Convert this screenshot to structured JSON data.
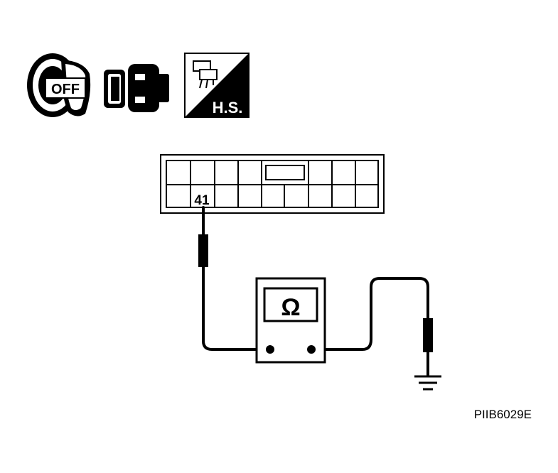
{
  "icons": {
    "ignition_key_label": "OFF",
    "connector_icon": "disconnect-connector-icon",
    "harness_side_label": "H.S.",
    "ignition_key_icon": "ignition-key-icon",
    "harness_icon": "harness-connector-icon"
  },
  "connector": {
    "terminal_label": "41"
  },
  "ohmmeter": {
    "symbol": "Ω"
  },
  "figure_id": "PIIB6029E",
  "colors": {
    "ink": "#000000",
    "background": "#ffffff"
  }
}
